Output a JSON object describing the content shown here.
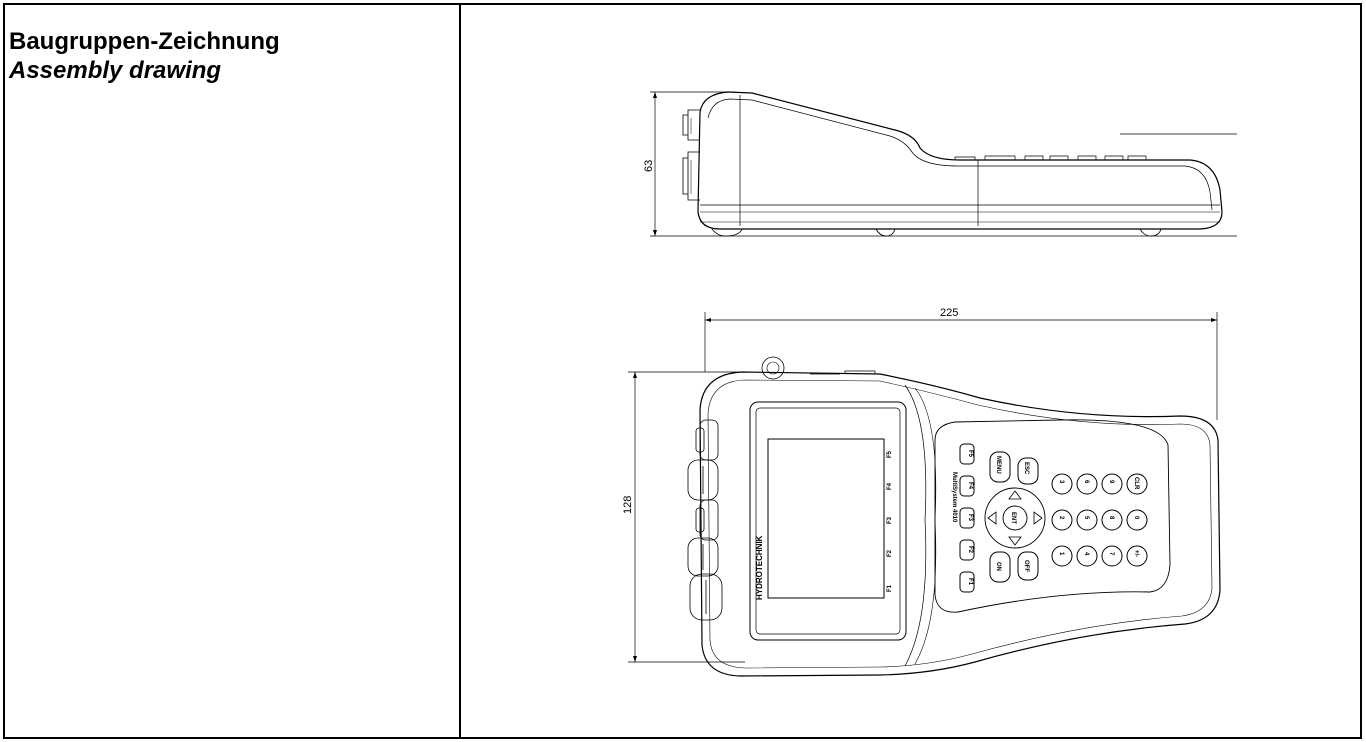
{
  "header": {
    "title_de": "Baugruppen-Zeichnung",
    "title_en": "Assembly drawing"
  },
  "dimensions": {
    "height_side": "63",
    "width_top": "225",
    "depth_top": "128"
  },
  "device": {
    "brand": "HYDROTECHNIK",
    "model": "MultiSystem 4010",
    "screen_labels": [
      "F5",
      "F4",
      "F3",
      "F2",
      "F1"
    ],
    "keys": {
      "f": [
        "F5",
        "F4",
        "F3",
        "F2",
        "F1"
      ],
      "menu": "MENU",
      "esc": "ESC",
      "ent": "ENT",
      "on": "ON",
      "off": "OFF",
      "clr": "CLR",
      "num": [
        "3",
        "6",
        "9",
        "CLR",
        "2",
        "5",
        "8",
        "0",
        "1",
        "4",
        "7",
        "+/-"
      ]
    }
  }
}
